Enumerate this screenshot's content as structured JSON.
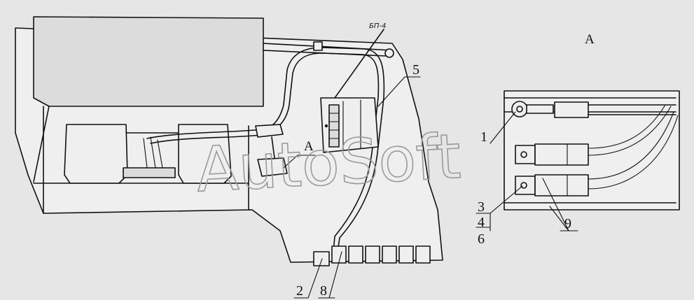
{
  "diagram": {
    "view_label_main": "A",
    "view_label_detail": "A",
    "part_code": "БП-4",
    "watermark": "AutoSoft",
    "callouts": {
      "c1": "1",
      "c2": "2",
      "c3": "3",
      "c4": "4",
      "c5": "5",
      "c6": "6",
      "c8": "8",
      "c9": "9"
    }
  }
}
